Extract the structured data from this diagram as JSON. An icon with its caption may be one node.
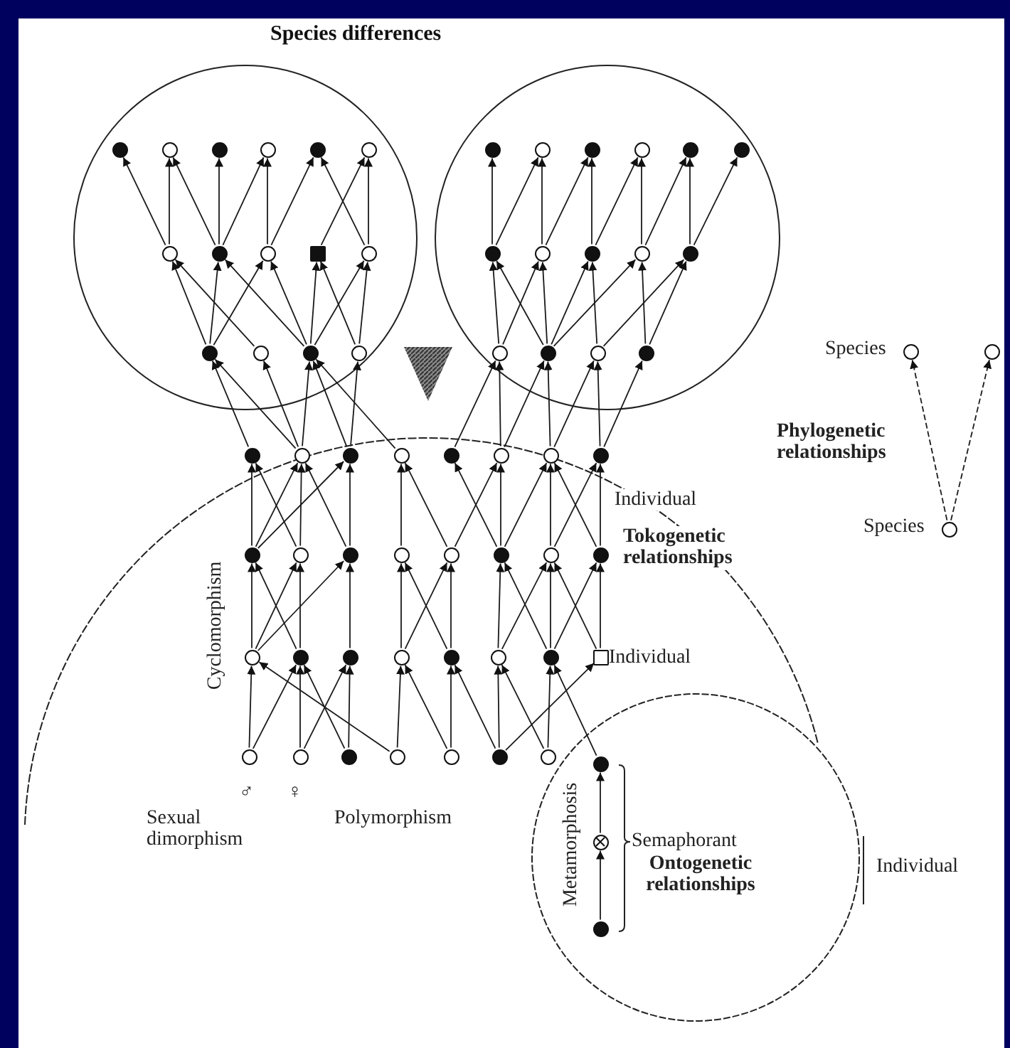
{
  "diagram": {
    "title": "Species differences",
    "nodes": [
      {
        "text": [],
        "shape": "circle"
      },
      {
        "text": [],
        "shape": "circle"
      },
      {
        "text": [],
        "shape": "dot",
        "in": 0
      },
      {
        "text": [],
        "shape": "circle",
        "in": 0
      },
      {
        "text": [],
        "shape": "dot",
        "in": 0
      },
      {
        "text": [],
        "shape": "circle",
        "in": 0
      },
      {
        "text": [],
        "shape": "dot",
        "in": 0
      },
      {
        "text": [],
        "shape": "circle",
        "in": 0
      },
      {
        "text": [],
        "shape": "circle",
        "in": 0
      },
      {
        "text": [],
        "shape": "dot",
        "in": 0
      },
      {
        "text": [],
        "shape": "circle",
        "in": 0
      },
      {
        "text": [],
        "shape": "square",
        "in": 0
      },
      {
        "text": [],
        "shape": "circle",
        "in": 0
      },
      {
        "text": [],
        "shape": "dot",
        "in": 0
      },
      {
        "text": [],
        "shape": "circle",
        "in": 0
      },
      {
        "text": [],
        "shape": "dot",
        "in": 0
      },
      {
        "text": [],
        "shape": "circle",
        "in": 0
      },
      {
        "text": [],
        "shape": "dot",
        "in": 1
      },
      {
        "text": [],
        "shape": "circle",
        "in": 1
      },
      {
        "text": [],
        "shape": "dot",
        "in": 1
      },
      {
        "text": [],
        "shape": "circle",
        "in": 1
      },
      {
        "text": [],
        "shape": "dot",
        "in": 1
      },
      {
        "text": [],
        "shape": "dot",
        "in": 1
      },
      {
        "text": [],
        "shape": "dot",
        "in": 1
      },
      {
        "text": [],
        "shape": "circle",
        "in": 1
      },
      {
        "text": [],
        "shape": "dot",
        "in": 1
      },
      {
        "text": [],
        "shape": "circle",
        "in": 1
      },
      {
        "text": [],
        "shape": "dot",
        "in": 1
      },
      {
        "text": [],
        "shape": "circle",
        "in": 1
      },
      {
        "text": [],
        "shape": "dot",
        "in": 1
      },
      {
        "text": [],
        "shape": "circle",
        "in": 1
      },
      {
        "text": [],
        "shape": "dot",
        "in": 1
      },
      {
        "text": [
          "Tokogenetic relationships"
        ]
      },
      {
        "text": [],
        "shape": "dot",
        "in": 32
      },
      {
        "text": [],
        "shape": "circle",
        "in": 32
      },
      {
        "text": [],
        "shape": "dot",
        "in": 32
      },
      {
        "text": [],
        "shape": "circle",
        "in": 32
      },
      {
        "text": [],
        "shape": "dot",
        "in": 32
      },
      {
        "text": [],
        "shape": "circle",
        "in": 32
      },
      {
        "text": [],
        "shape": "circle",
        "in": 32
      },
      {
        "text": [],
        "shape": "dot",
        "in": 32
      },
      {
        "text": [],
        "shape": "dot",
        "in": 32
      },
      {
        "text": [],
        "shape": "circle",
        "in": 32
      },
      {
        "text": [],
        "shape": "dot",
        "in": 32
      },
      {
        "text": [],
        "shape": "circle",
        "in": 32
      },
      {
        "text": [],
        "shape": "circle",
        "in": 32
      },
      {
        "text": [],
        "shape": "dot",
        "in": 32
      },
      {
        "text": [],
        "shape": "circle",
        "in": 32
      },
      {
        "text": [],
        "shape": "dot",
        "in": 32
      },
      {
        "text": [],
        "shape": "circle",
        "in": 32
      },
      {
        "text": [],
        "shape": "dot",
        "in": 32
      },
      {
        "text": [],
        "shape": "dot",
        "in": 32
      },
      {
        "text": [],
        "shape": "circle",
        "in": 32
      },
      {
        "text": [],
        "shape": "dot",
        "in": 32
      },
      {
        "text": [],
        "shape": "circle",
        "in": 32
      },
      {
        "text": [],
        "shape": "dot",
        "in": 32
      },
      {
        "text": [],
        "shape": "box",
        "in": 32
      },
      {
        "text": [],
        "shape": "circle",
        "in": 32
      },
      {
        "text": [],
        "shape": "circle",
        "in": 32
      },
      {
        "text": [],
        "shape": "dot",
        "in": 32
      },
      {
        "text": [],
        "shape": "circle",
        "in": 32
      },
      {
        "text": [],
        "shape": "circle",
        "in": 32
      },
      {
        "text": [],
        "shape": "dot",
        "in": 32
      },
      {
        "text": [],
        "shape": "circle",
        "in": 32
      },
      {
        "text": [
          "Ontogenetic relationships"
        ]
      },
      {
        "text": [],
        "shape": "dot"
      },
      {
        "text": [],
        "shape": "target",
        "in": 64
      },
      {
        "text": [],
        "shape": "dot",
        "in": 64
      },
      {
        "text": [],
        "shape": "circle",
        "beside": [
          "Species"
        ]
      },
      {
        "text": [],
        "shape": "circle"
      },
      {
        "text": [],
        "shape": "circle",
        "beside": [
          "Species"
        ]
      }
    ],
    "edges": [
      {
        "from": 8,
        "to": 2,
        "arrow": "to"
      },
      {
        "from": 8,
        "to": 3,
        "arrow": "to"
      },
      {
        "from": 9,
        "to": 3,
        "arrow": "to"
      },
      {
        "from": 9,
        "to": 4,
        "arrow": "to"
      },
      {
        "from": 9,
        "to": 5,
        "arrow": "to"
      },
      {
        "from": 10,
        "to": 5,
        "arrow": "to"
      },
      {
        "from": 10,
        "to": 6,
        "arrow": "to"
      },
      {
        "from": 11,
        "to": 7,
        "arrow": "to"
      },
      {
        "from": 12,
        "to": 6,
        "arrow": "to"
      },
      {
        "from": 12,
        "to": 7,
        "arrow": "to"
      },
      {
        "from": 13,
        "to": 8,
        "arrow": "to"
      },
      {
        "from": 13,
        "to": 9,
        "arrow": "to"
      },
      {
        "from": 13,
        "to": 10,
        "arrow": "to"
      },
      {
        "from": 14,
        "to": 8,
        "arrow": "to"
      },
      {
        "from": 15,
        "to": 9,
        "arrow": "to"
      },
      {
        "from": 15,
        "to": 10,
        "arrow": "to"
      },
      {
        "from": 15,
        "to": 11,
        "arrow": "to"
      },
      {
        "from": 15,
        "to": 12,
        "arrow": "to"
      },
      {
        "from": 16,
        "to": 11,
        "arrow": "to"
      },
      {
        "from": 16,
        "to": 12,
        "arrow": "to"
      },
      {
        "from": 23,
        "to": 17,
        "arrow": "to"
      },
      {
        "from": 23,
        "to": 18,
        "arrow": "to"
      },
      {
        "from": 24,
        "to": 18,
        "arrow": "to"
      },
      {
        "from": 24,
        "to": 19,
        "arrow": "to"
      },
      {
        "from": 25,
        "to": 19,
        "arrow": "to"
      },
      {
        "from": 25,
        "to": 20,
        "arrow": "to"
      },
      {
        "from": 26,
        "to": 20,
        "arrow": "to"
      },
      {
        "from": 26,
        "to": 21,
        "arrow": "to"
      },
      {
        "from": 27,
        "to": 21,
        "arrow": "to"
      },
      {
        "from": 27,
        "to": 22,
        "arrow": "to"
      },
      {
        "from": 28,
        "to": 23,
        "arrow": "to"
      },
      {
        "from": 28,
        "to": 24,
        "arrow": "to"
      },
      {
        "from": 29,
        "to": 23,
        "arrow": "to"
      },
      {
        "from": 29,
        "to": 24,
        "arrow": "to"
      },
      {
        "from": 29,
        "to": 25,
        "arrow": "to"
      },
      {
        "from": 29,
        "to": 26,
        "arrow": "to"
      },
      {
        "from": 30,
        "to": 25,
        "arrow": "to"
      },
      {
        "from": 30,
        "to": 27,
        "arrow": "to"
      },
      {
        "from": 31,
        "to": 26,
        "arrow": "to"
      },
      {
        "from": 31,
        "to": 27,
        "arrow": "to"
      },
      {
        "from": 33,
        "to": 13,
        "arrow": "to"
      },
      {
        "from": 34,
        "to": 13,
        "arrow": "to"
      },
      {
        "from": 34,
        "to": 14,
        "arrow": "to"
      },
      {
        "from": 34,
        "to": 15,
        "arrow": "to"
      },
      {
        "from": 35,
        "to": 15,
        "arrow": "to"
      },
      {
        "from": 35,
        "to": 16,
        "arrow": "to"
      },
      {
        "from": 36,
        "to": 15,
        "arrow": "to"
      },
      {
        "from": 37,
        "to": 28,
        "arrow": "to"
      },
      {
        "from": 38,
        "to": 28,
        "arrow": "to"
      },
      {
        "from": 38,
        "to": 29,
        "arrow": "to"
      },
      {
        "from": 39,
        "to": 29,
        "arrow": "to"
      },
      {
        "from": 39,
        "to": 30,
        "arrow": "to"
      },
      {
        "from": 40,
        "to": 31,
        "arrow": "to"
      },
      {
        "from": 40,
        "to": 30,
        "arrow": "to"
      },
      {
        "from": 41,
        "to": 33,
        "arrow": "to"
      },
      {
        "from": 41,
        "to": 34,
        "arrow": "to"
      },
      {
        "from": 41,
        "to": 35,
        "arrow": "to"
      },
      {
        "from": 42,
        "to": 34,
        "arrow": "to"
      },
      {
        "from": 42,
        "to": 33,
        "arrow": "to"
      },
      {
        "from": 43,
        "to": 35,
        "arrow": "to"
      },
      {
        "from": 43,
        "to": 34,
        "arrow": "to"
      },
      {
        "from": 44,
        "to": 36,
        "arrow": "to"
      },
      {
        "from": 45,
        "to": 36,
        "arrow": "to"
      },
      {
        "from": 45,
        "to": 38,
        "arrow": "to"
      },
      {
        "from": 46,
        "to": 37,
        "arrow": "to"
      },
      {
        "from": 46,
        "to": 38,
        "arrow": "to"
      },
      {
        "from": 46,
        "to": 39,
        "arrow": "to"
      },
      {
        "from": 47,
        "to": 39,
        "arrow": "to"
      },
      {
        "from": 47,
        "to": 40,
        "arrow": "to"
      },
      {
        "from": 48,
        "to": 40,
        "arrow": "to"
      },
      {
        "from": 48,
        "to": 39,
        "arrow": "to"
      },
      {
        "from": 49,
        "to": 41,
        "arrow": "to"
      },
      {
        "from": 49,
        "to": 42,
        "arrow": "to"
      },
      {
        "from": 49,
        "to": 43,
        "arrow": "to"
      },
      {
        "from": 50,
        "to": 41,
        "arrow": "to"
      },
      {
        "from": 50,
        "to": 42,
        "arrow": "to"
      },
      {
        "from": 51,
        "to": 43,
        "arrow": "to"
      },
      {
        "from": 52,
        "to": 44,
        "arrow": "to"
      },
      {
        "from": 52,
        "to": 45,
        "arrow": "to"
      },
      {
        "from": 53,
        "to": 45,
        "arrow": "to"
      },
      {
        "from": 53,
        "to": 44,
        "arrow": "to"
      },
      {
        "from": 54,
        "to": 46,
        "arrow": "to"
      },
      {
        "from": 54,
        "to": 47,
        "arrow": "to"
      },
      {
        "from": 55,
        "to": 47,
        "arrow": "to"
      },
      {
        "from": 55,
        "to": 46,
        "arrow": "to"
      },
      {
        "from": 55,
        "to": 48,
        "arrow": "to"
      },
      {
        "from": 56,
        "to": 48,
        "arrow": "to"
      },
      {
        "from": 56,
        "to": 47,
        "arrow": "to"
      },
      {
        "from": 57,
        "to": 49,
        "arrow": "to"
      },
      {
        "from": 57,
        "to": 50,
        "arrow": "to"
      },
      {
        "from": 58,
        "to": 50,
        "arrow": "to"
      },
      {
        "from": 58,
        "to": 51,
        "arrow": "to"
      },
      {
        "from": 59,
        "to": 51,
        "arrow": "to"
      },
      {
        "from": 59,
        "to": 50,
        "arrow": "to"
      },
      {
        "from": 60,
        "to": 49,
        "arrow": "to"
      },
      {
        "from": 60,
        "to": 52,
        "arrow": "to"
      },
      {
        "from": 61,
        "to": 52,
        "arrow": "to"
      },
      {
        "from": 61,
        "to": 53,
        "arrow": "to"
      },
      {
        "from": 62,
        "to": 53,
        "arrow": "to"
      },
      {
        "from": 62,
        "to": 54,
        "arrow": "to"
      },
      {
        "from": 62,
        "to": 56,
        "arrow": "to"
      },
      {
        "from": 63,
        "to": 55,
        "arrow": "to"
      },
      {
        "from": 63,
        "to": 54,
        "arrow": "to"
      },
      {
        "from": 65,
        "to": 55,
        "arrow": "to"
      },
      {
        "from": 67,
        "to": 66,
        "arrow": "to"
      },
      {
        "from": 66,
        "to": 65,
        "arrow": "to"
      },
      {
        "from": 70,
        "to": 68,
        "arrow": "to",
        "style": "dashed"
      },
      {
        "from": 70,
        "to": 69,
        "arrow": "to",
        "style": "dashed"
      }
    ],
    "labels": [
      "Cyclomorphism",
      "♂",
      "♀",
      "Sexual dimorphism",
      "Polymorphism",
      "Individual",
      "Individual",
      "Metamorphosis",
      "Semaphorant",
      "Individual",
      "Phylogenetic relationships"
    ]
  }
}
